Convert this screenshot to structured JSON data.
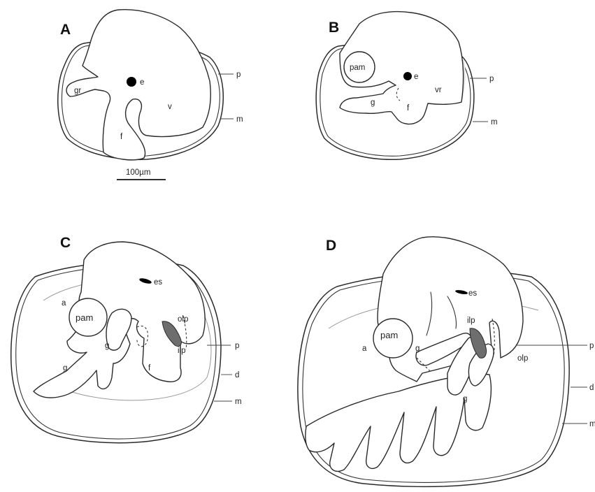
{
  "figure": {
    "scale_bar_label": "100µm",
    "panels": [
      {
        "id": "A",
        "label": "A",
        "annotations": {
          "e": "e",
          "gr": "gr",
          "v": "v",
          "f": "f",
          "p": "p",
          "m": "m"
        }
      },
      {
        "id": "B",
        "label": "B",
        "annotations": {
          "pam": "pam",
          "e": "e",
          "vr": "vr",
          "g": "g",
          "f": "f",
          "p": "p",
          "m": "m"
        }
      },
      {
        "id": "C",
        "label": "C",
        "annotations": {
          "es": "es",
          "a": "a",
          "pam": "pam",
          "olp": "olp",
          "g1": "g",
          "g2": "g",
          "ilp": "ilp",
          "f": "f",
          "p": "p",
          "d": "d",
          "m": "m"
        }
      },
      {
        "id": "D",
        "label": "D",
        "annotations": {
          "es": "es",
          "ilp": "ilp",
          "pam": "pam",
          "a": "a",
          "g1": "g",
          "olp": "olp",
          "g2": "g",
          "p": "p",
          "d": "d",
          "m": "m"
        }
      }
    ]
  }
}
